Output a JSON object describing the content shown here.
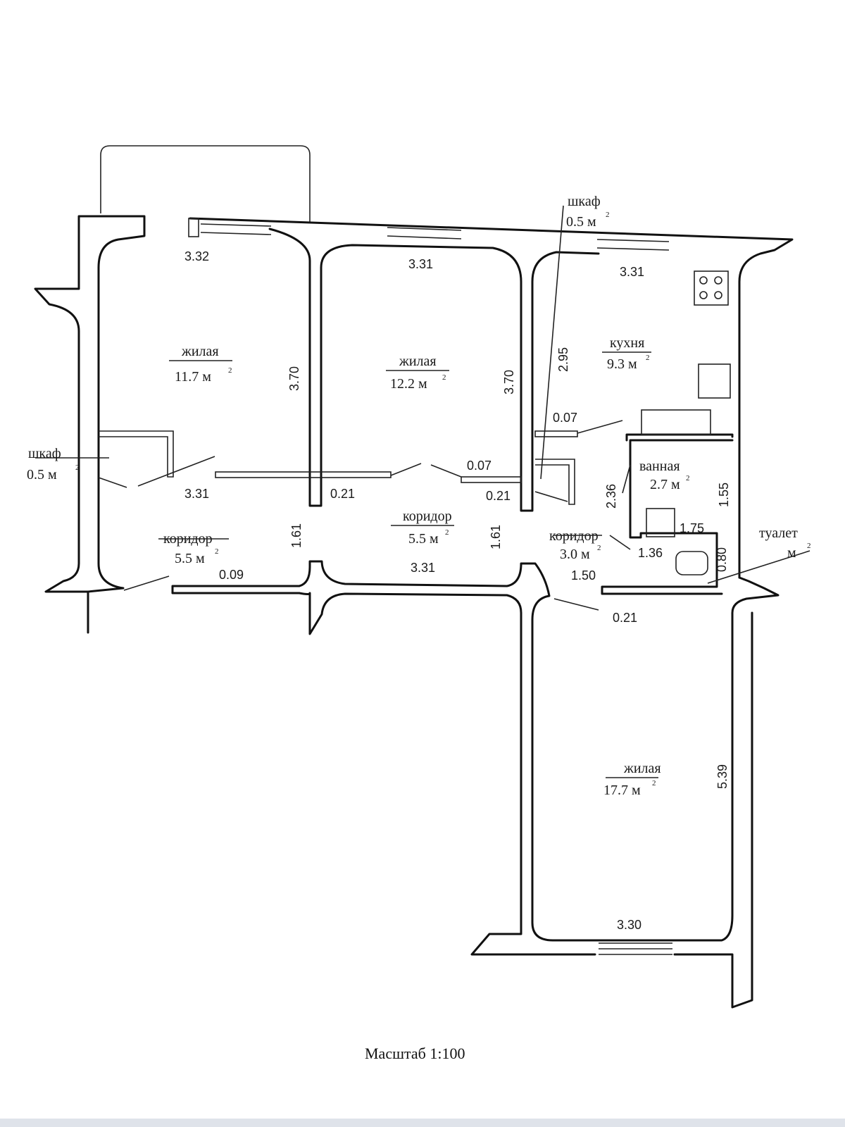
{
  "rooms": [
    {
      "name": "жилая",
      "area": "11.7 м"
    },
    {
      "name": "жилая",
      "area": "12.2 м"
    },
    {
      "name": "кухня",
      "area": "9.3 м"
    },
    {
      "name": "шкаф",
      "area": "0.5  м"
    },
    {
      "name": "шкаф",
      "area": "0.5  м"
    },
    {
      "name": "ванная",
      "area": "2.7 м"
    },
    {
      "name": "коридор",
      "area": "5.5 м"
    },
    {
      "name": "коридор",
      "area": "5.5 м"
    },
    {
      "name": "коридор",
      "area": "3.0 м"
    },
    {
      "name": "туалет",
      "area": "м"
    },
    {
      "name": "жилая",
      "area": "17.7 м"
    }
  ],
  "area_superscript": "2",
  "dimensions": [
    "3.32",
    "3.31",
    "3.31",
    "3.70",
    "3.70",
    "2.95",
    "0.07",
    "0.07",
    "3.31",
    "0.21",
    "0.21",
    "1.61",
    "1.61",
    "0.09",
    "3.31",
    "2.36",
    "1.55",
    "1.75",
    "1.36",
    "0.80",
    "1.50",
    "0.21",
    "5.39",
    "3.30"
  ],
  "scale_label": "Масштаб 1:100"
}
